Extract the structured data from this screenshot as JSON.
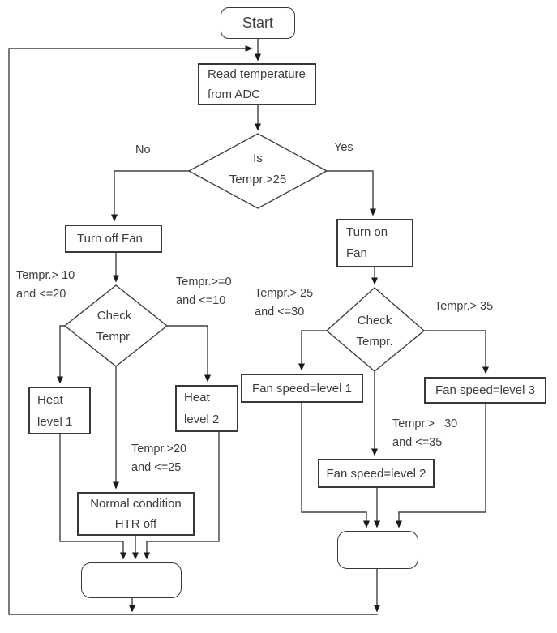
{
  "title": "Temperature control flowchart",
  "colors": {
    "background": "#ffffff",
    "stroke": "#404040",
    "box_border": "#383838",
    "text": "#3d3d3d",
    "arrowhead": "#1a1a1a"
  },
  "nodes": {
    "start": {
      "label": "Start"
    },
    "read_adc": {
      "label": "Read temperature\nfrom ADC"
    },
    "decision_main": {
      "label": "Is\nTempr.>25"
    },
    "turn_off_fan": {
      "label": "Turn off Fan"
    },
    "turn_on_fan": {
      "label": "Turn on\nFan"
    },
    "check_tempr_left": {
      "label": "Check\nTempr."
    },
    "check_tempr_right": {
      "label": "Check\nTempr."
    },
    "heat_level_1": {
      "label": "Heat\nlevel 1"
    },
    "heat_level_2": {
      "label": "Heat\nlevel 2"
    },
    "normal_condition": {
      "label": "Normal condition\nHTR off"
    },
    "fan_speed_1": {
      "label": "Fan speed=level 1"
    },
    "fan_speed_2": {
      "label": "Fan speed=level 2"
    },
    "fan_speed_3": {
      "label": "Fan speed=level 3"
    },
    "terminal_left": {
      "label": ""
    },
    "terminal_right": {
      "label": ""
    }
  },
  "edge_labels": {
    "no": "No",
    "yes": "Yes",
    "cond_10_20": "Tempr.> 10\nand <=20",
    "cond_0_10": "Tempr.>=0\nand <=10",
    "cond_20_25": "Tempr.>20\nand <=25",
    "cond_25_30": "Tempr.> 25\nand <=30",
    "cond_35": "Tempr.> 35",
    "cond_30_35": "Tempr.>   30\nand <=35"
  }
}
